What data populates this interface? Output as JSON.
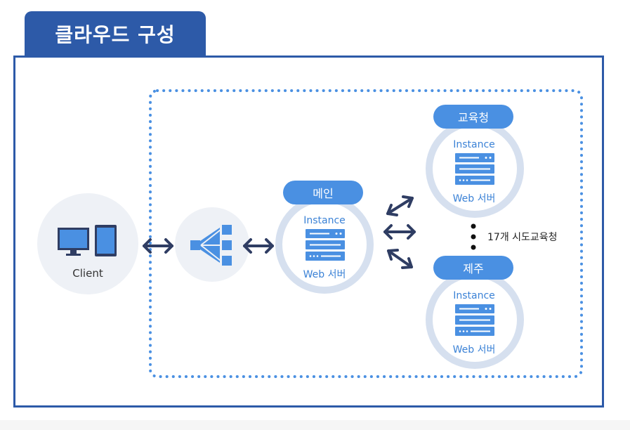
{
  "title": "클라우드 구성",
  "client": {
    "label": "Client",
    "icon": "desktop-and-tablet-icon"
  },
  "load_balancer": {
    "icon": "load-balancer-icon"
  },
  "main_server": {
    "badge": "메인",
    "top_label": "Instance",
    "bottom_label": "Web 서버",
    "icon": "server-rack-icon"
  },
  "edu_office_server": {
    "badge": "교육청",
    "top_label": "Instance",
    "bottom_label": "Web 서버",
    "icon": "server-rack-icon"
  },
  "jeju_server": {
    "badge": "제주",
    "top_label": "Instance",
    "bottom_label": "Web 서버",
    "icon": "server-rack-icon"
  },
  "ellipsis_note": "17개 시도교육청",
  "colors": {
    "title_tab": "#2d5aa8",
    "frame_border": "#2d5aa8",
    "dotted_border": "#4a90e2",
    "badge": "#4a90e2",
    "arrow": "#2f3d63",
    "node_ring": "#d6e0ef",
    "node_fill": "#ffffff",
    "icon_blue": "#4a90e2"
  }
}
